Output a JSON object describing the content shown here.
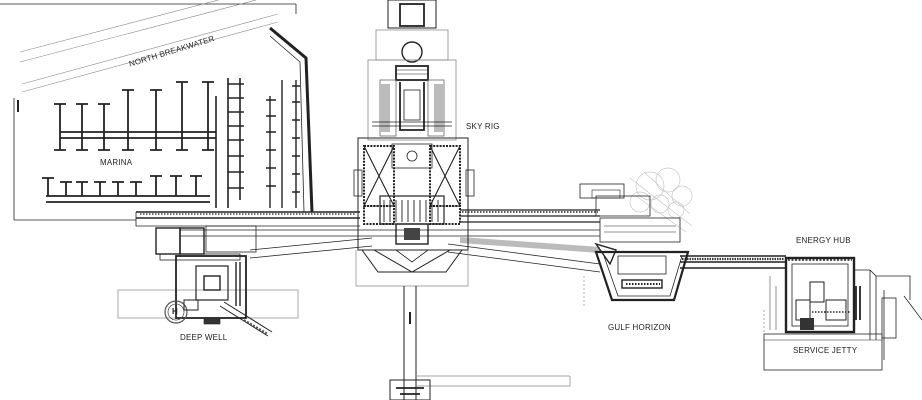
{
  "plan": {
    "labels": {
      "north_breakwater": "NORTH BREAKWATER",
      "marina": "MARINA",
      "sky_rig": "SKY RIG",
      "deep_well": "DEEP WELL",
      "gulf_horizon": "GULF HORIZON",
      "energy_hub": "ENERGY HUB",
      "service_jetty": "SERVICE JETTY"
    },
    "helipad_symbol": "H"
  }
}
